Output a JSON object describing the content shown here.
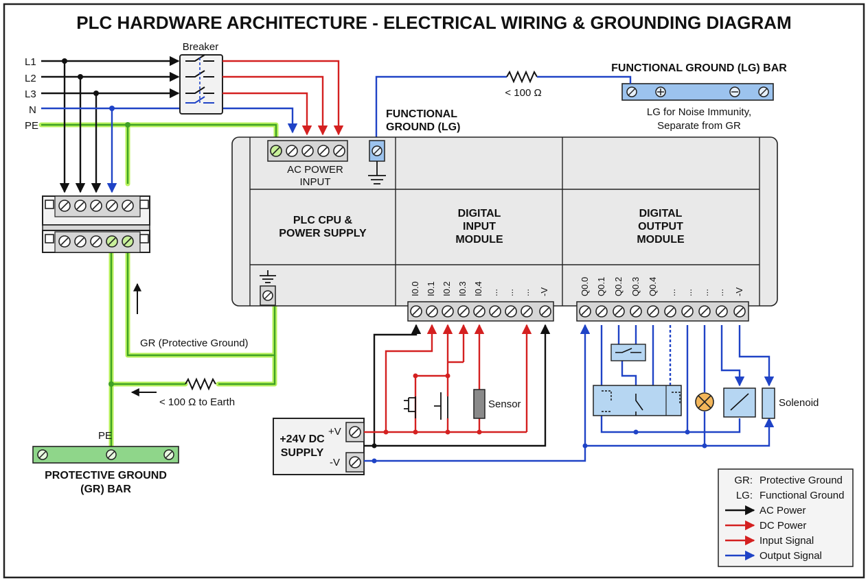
{
  "title": "PLC HARDWARE ARCHITECTURE - ELECTRICAL WIRING & GROUNDING DIAGRAM",
  "supply_lines": [
    "L1",
    "L2",
    "L3",
    "N",
    "PE"
  ],
  "breaker": {
    "label": "Breaker"
  },
  "functional_ground_bar": {
    "title": "FUNCTIONAL GROUND (LG) BAR",
    "note_line1": "LG for Noise Immunity,",
    "note_line2": "Separate from GR",
    "resistance": "< 100 Ω"
  },
  "functional_ground_terminal": {
    "line1": "FUNCTIONAL",
    "line2": "GROUND (LG)"
  },
  "ac_power_input": {
    "line1": "AC POWER",
    "line2": "INPUT"
  },
  "modules": {
    "cpu": {
      "line1": "PLC CPU &",
      "line2": "POWER SUPPLY"
    },
    "input": {
      "line1": "DIGITAL",
      "line2": "INPUT",
      "line3": "MODULE"
    },
    "output": {
      "line1": "DIGITAL",
      "line2": "OUTPUT",
      "line3": "MODULE"
    }
  },
  "input_terminals": [
    "I0.0",
    "I0.1",
    "I0.2",
    "I0.3",
    "I0.4",
    "...",
    "...",
    "...",
    "-V"
  ],
  "output_terminals": [
    "Q0.0",
    "Q0.1",
    "Q0.2",
    "Q0.3",
    "Q0.4",
    "...",
    "...",
    "...",
    "...",
    "-V"
  ],
  "protective_ground": {
    "gr_label": "GR (Protective Ground)",
    "earth_resistance": "< 100 Ω to Earth",
    "pe_label": "PE",
    "bar_line1": "PROTECTIVE GROUND",
    "bar_line2": "(GR) BAR"
  },
  "dc_supply": {
    "line1": "+24V DC",
    "line2": "SUPPLY",
    "plus": "+V",
    "minus": "-V"
  },
  "devices": {
    "sensor": "Sensor",
    "solenoid": "Solenoid"
  },
  "legend": {
    "gr_abbr": "GR:",
    "gr_text": "Protective Ground",
    "lg_abbr": "LG:",
    "lg_text": "Functional Ground",
    "items": [
      {
        "label": "AC Power",
        "color": "#111111"
      },
      {
        "label": "DC Power",
        "color": "#d42020"
      },
      {
        "label": "Input Signal",
        "color": "#d42020"
      },
      {
        "label": "Output Signal",
        "color": "#1f43c6"
      }
    ]
  },
  "colors": {
    "ac": "#111111",
    "dc": "#d42020",
    "signal_out": "#1f43c6",
    "ground_green": "#3fa124",
    "ground_halo": "#b8f25c",
    "lg_bar": "#9cc3ee",
    "gr_bar": "#8fd68a",
    "module": "#e9e9e9"
  }
}
